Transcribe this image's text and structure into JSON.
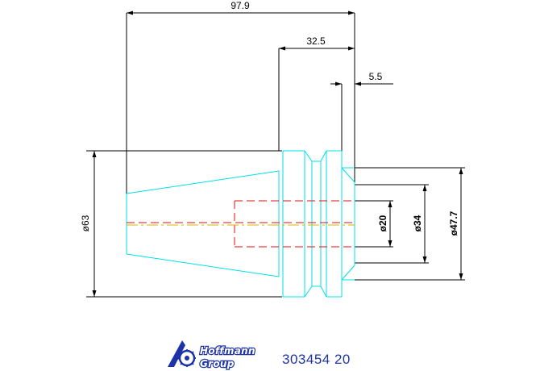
{
  "dimensions": {
    "overall_length": "97.9",
    "taper_length": "32.5",
    "shoulder_length": "5.5",
    "diameter_flange": "ø63",
    "diameter_bore": "ø20",
    "diameter_mid": "ø34",
    "diameter_outer": "ø47.7"
  },
  "logo": {
    "line1": "Hoffmann",
    "line2": "Group"
  },
  "part_number": "303454 20",
  "colors": {
    "outline": "#00e0e8",
    "hidden": "#e01010",
    "centerline": "#e0b000",
    "dimension": "#000000",
    "brand": "#1f33a8"
  }
}
